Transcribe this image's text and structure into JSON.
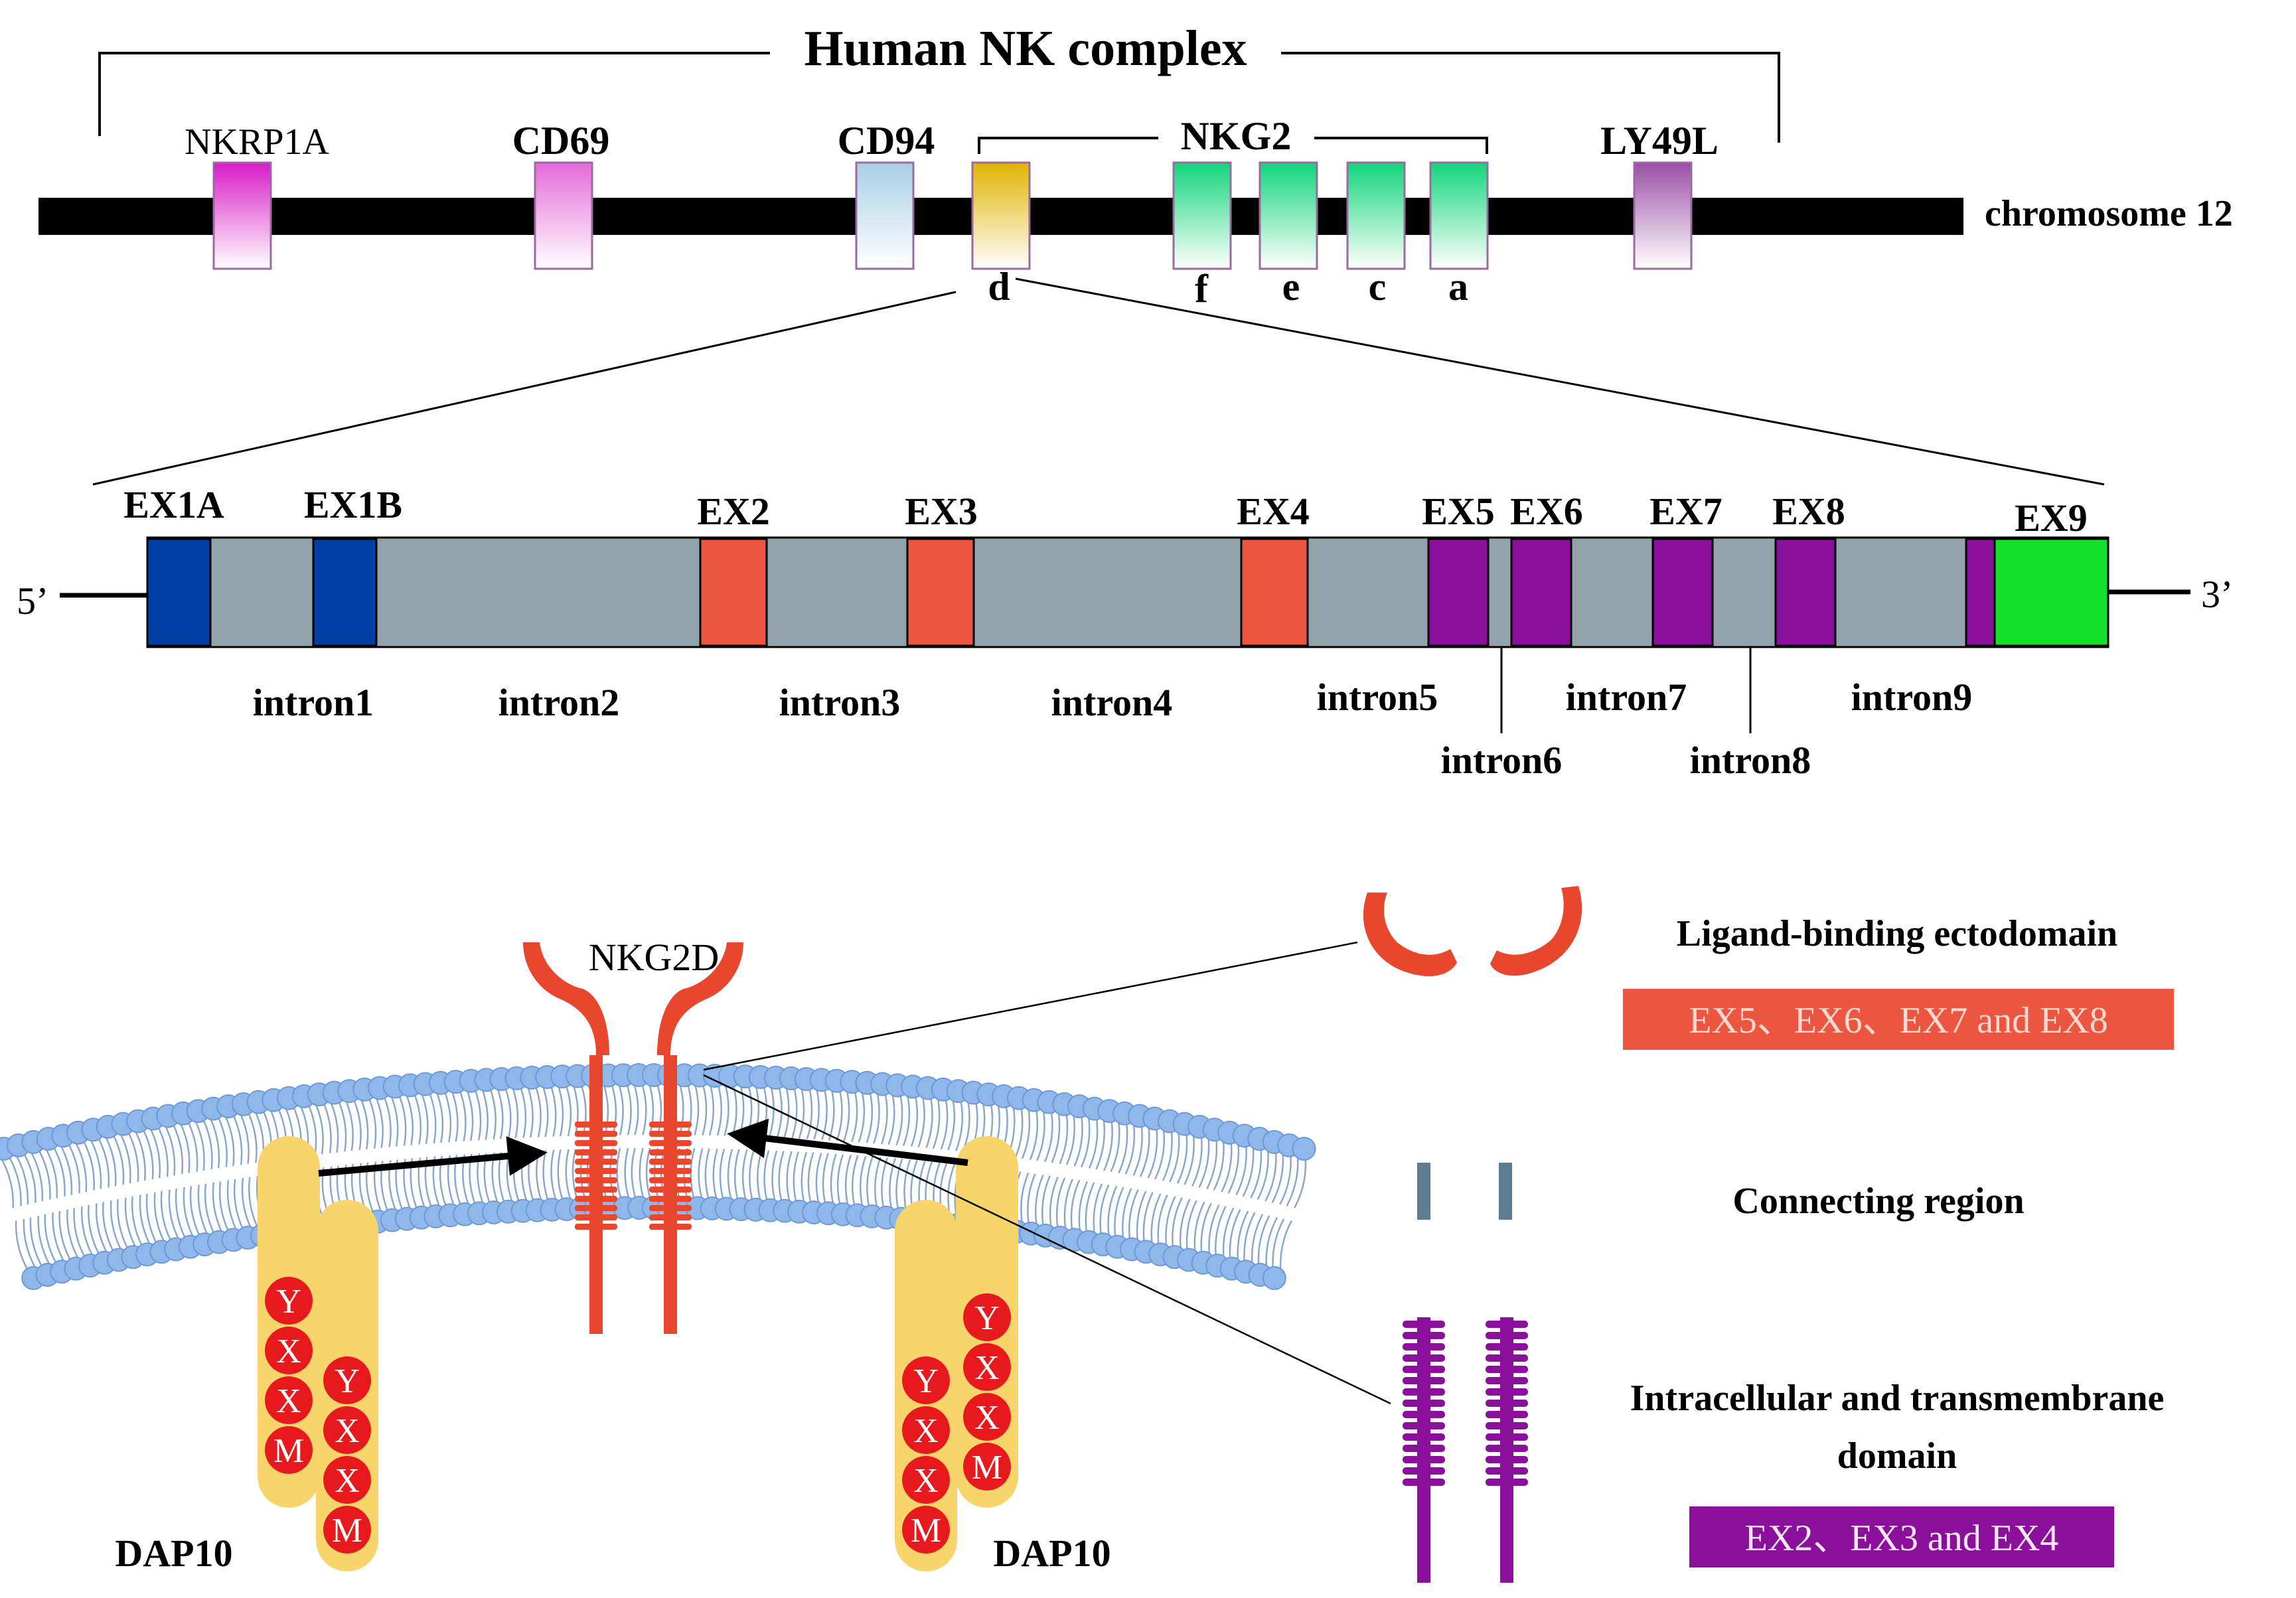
{
  "title": "Human NK complex",
  "chromosome_label": "chromosome 12",
  "chromosome_genes": [
    {
      "label": "NKRP1A",
      "bold": false,
      "color_top": "#d81bc8",
      "color_bottom": "#ffffff"
    },
    {
      "label": "CD69",
      "bold": true,
      "color_top": "#e56ad8",
      "color_bottom": "#ffffff"
    },
    {
      "label": "CD94",
      "bold": true,
      "color_top": "#a9cfe6",
      "color_bottom": "#ffffff"
    },
    {
      "label": "d",
      "bold": true,
      "color_top": "#e0b400",
      "color_bottom": "#ffffff"
    },
    {
      "label": "f",
      "bold": true,
      "color_top": "#11d67a",
      "color_bottom": "#ffffff"
    },
    {
      "label": "e",
      "bold": true,
      "color_top": "#11d67a",
      "color_bottom": "#ffffff"
    },
    {
      "label": "c",
      "bold": true,
      "color_top": "#11d67a",
      "color_bottom": "#ffffff"
    },
    {
      "label": "a",
      "bold": true,
      "color_top": "#11d67a",
      "color_bottom": "#ffffff"
    },
    {
      "label": "LY49L",
      "bold": true,
      "color_top": "#9b4ea6",
      "color_bottom": "#ffffff"
    }
  ],
  "nkg2_label": "NKG2",
  "gene_ends": {
    "five": "5’",
    "three": "3’"
  },
  "exons": [
    {
      "label": "EX1A",
      "color": "#003fa3"
    },
    {
      "label": "EX1B",
      "color": "#003fa3"
    },
    {
      "label": "EX2",
      "color": "#ec5640"
    },
    {
      "label": "EX3",
      "color": "#ec5640"
    },
    {
      "label": "EX4",
      "color": "#ec5640"
    },
    {
      "label": "EX5",
      "color": "#8a0f9b"
    },
    {
      "label": "EX6",
      "color": "#8a0f9b"
    },
    {
      "label": "EX7",
      "color": "#8a0f9b"
    },
    {
      "label": "EX8",
      "color": "#8a0f9b"
    },
    {
      "label": "EX9",
      "color": "#14e02a"
    }
  ],
  "introns": [
    "intron1",
    "intron2",
    "intron3",
    "intron4",
    "intron5",
    "intron6",
    "intron7",
    "intron8",
    "intron9"
  ],
  "receptor_label": "NKG2D",
  "adaptor_label": "DAP10",
  "motif": [
    "Y",
    "X",
    "X",
    "M"
  ],
  "legend": {
    "ligand_title": "Ligand-binding ectodomain",
    "ligand_exons": "EX5、EX6、EX7 and EX8",
    "connecting_title": "Connecting region",
    "intra_title_line1": "Intracellular and transmembrane",
    "intra_title_line2": "domain",
    "intra_exons": "EX2、EX3 and EX4"
  },
  "colors": {
    "chromosome": "#000000",
    "intron_bar": "#93a3ab",
    "receptor": "#e8472e",
    "membrane_head": "#8fb8ea",
    "dap10": "#f8d56b",
    "motif": "#e8191d",
    "connector": "#5f7d92",
    "purple": "#8a0f9b",
    "ligand_box": "#ec5640",
    "intra_box": "#8a0f9b"
  }
}
